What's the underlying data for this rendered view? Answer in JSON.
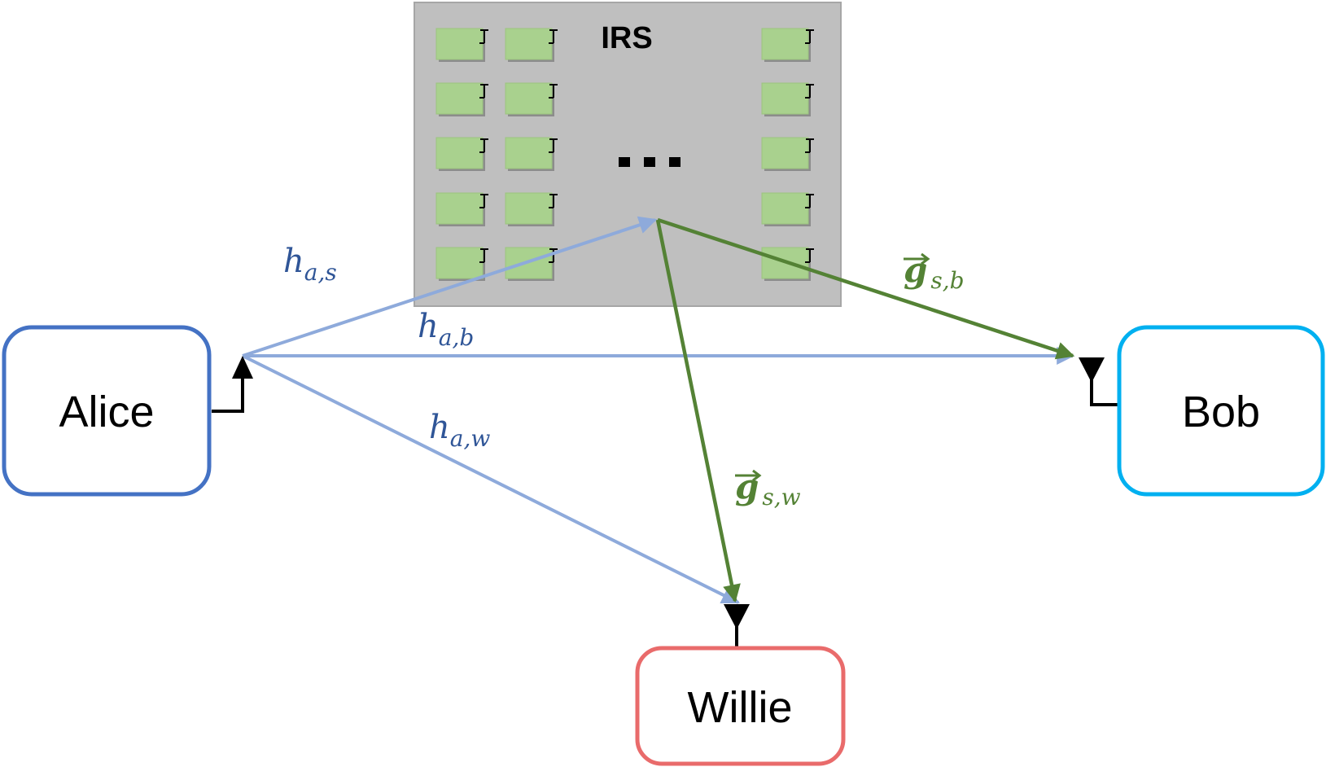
{
  "colors": {
    "alice": "#4472c4",
    "bob": "#00b0f0",
    "willie": "#e96b6b",
    "h_channel": "#8eaadb",
    "h_text": "#2f5597",
    "g_channel": "#548235",
    "irs_bg": "#bfbfbf",
    "element": "#a9d18e"
  },
  "nodes": {
    "alice": "Alice",
    "bob": "Bob",
    "willie": "Willie"
  },
  "irs": {
    "title": "IRS",
    "ellipsis": "...",
    "rows": 5,
    "left_columns": 2,
    "right_columns": 1
  },
  "channels": {
    "h_as": {
      "main": "h",
      "sub": "a,s"
    },
    "h_ab": {
      "main": "h",
      "sub": "a,b"
    },
    "h_aw": {
      "main": "h",
      "sub": "a,w"
    },
    "g_sb": {
      "main": "g",
      "sub": "s,b"
    },
    "g_sw": {
      "main": "g",
      "sub": "s,w"
    }
  }
}
